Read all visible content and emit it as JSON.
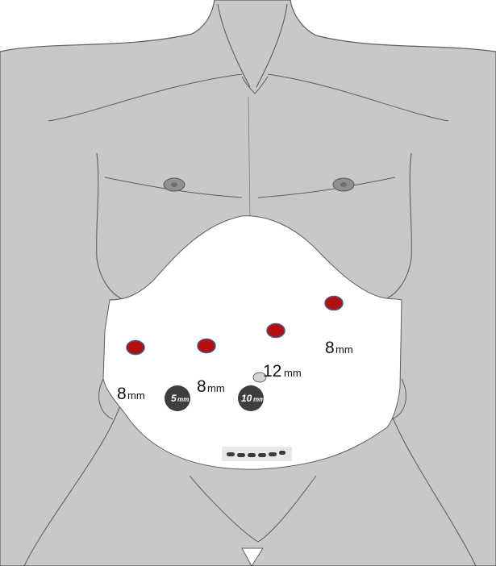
{
  "colors": {
    "skin": "#c8c8c8",
    "skin_outline": "#5f5f5f",
    "field": "#ffffff",
    "robotic_port": "#b30f10",
    "robotic_port_rim": "#4a5a8a",
    "assist_port": "#3e3e3e",
    "camera_port": "#d2d2d2",
    "incision": "#3a3a3a"
  },
  "labels": {
    "port_right_upper": {
      "size": "8",
      "unit": "mm"
    },
    "port_umbilical": {
      "size": "12",
      "unit": "mm"
    },
    "port_left_mid": {
      "size": "8",
      "unit": "mm"
    },
    "port_left_lateral": {
      "size": "8",
      "unit": "mm"
    }
  },
  "assist_ports": [
    {
      "name": "assist-port-5mm",
      "size": "5",
      "unit": "mm"
    },
    {
      "name": "assist-port-10mm",
      "size": "10",
      "unit": "mm"
    }
  ],
  "robotic_ports": [
    {
      "name": "robotic-port-left-lateral"
    },
    {
      "name": "robotic-port-left-mid"
    },
    {
      "name": "robotic-port-right-mid"
    },
    {
      "name": "robotic-port-right-upper"
    }
  ],
  "icons": {
    "body": "torso-figure-icon",
    "camera": "camera-port-icon",
    "incision": "extraction-incision-icon"
  }
}
